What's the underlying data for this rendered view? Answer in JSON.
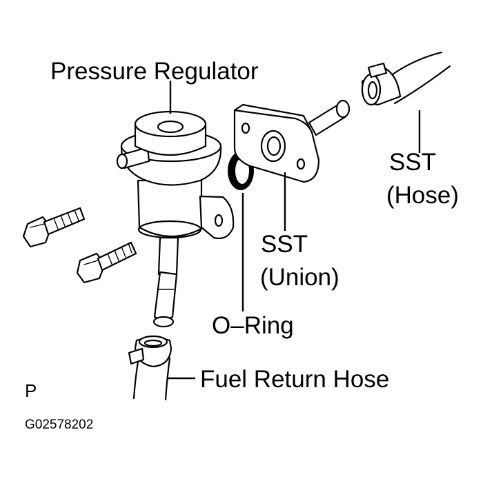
{
  "labels": {
    "pressure_regulator": "Pressure Regulator",
    "sst_hose_line1": "SST",
    "sst_hose_line2": "(Hose)",
    "sst_union_line1": "SST",
    "sst_union_line2": "(Union)",
    "o_ring": "O–Ring",
    "fuel_return_hose": "Fuel Return Hose"
  },
  "view_marker": "P",
  "figure_code": "G02578202"
}
